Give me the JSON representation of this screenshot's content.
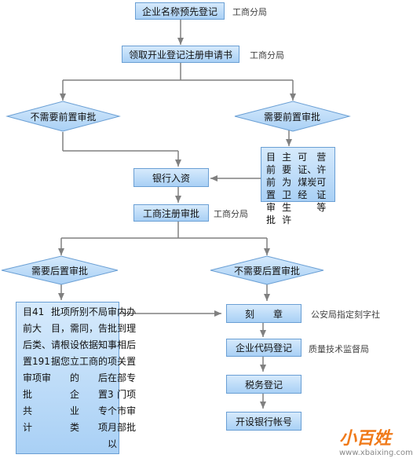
{
  "nodes": {
    "name_registration": "企业名称预先登记",
    "get_forms": "领取开业登记注册申请书",
    "no_pre_approval": "不需要前置审批",
    "need_pre_approval": "需要前置审批",
    "pre_approval_note": [
      "目前前置审批",
      "主要为卫生许",
      "可证、煤炭经",
      "营许可证等"
    ],
    "bank_deposit": "银行入资",
    "business_approval": "工商注册审批",
    "need_post_approval": "需要后置审批",
    "no_post_approval": "不需要后置审批",
    "post_approval_note": [
      "目前后置审批共计",
      "41大类、191项审",
      "批项目，请根据您",
      "所需设立的企业类",
      "别不同，依据工商",
      "局告知的后置专项",
      "审批事项在3个月以",
      "内到相关部门市部",
      "办理后置专项审批"
    ],
    "engrave_seal": "刻　　章",
    "org_code": "企业代码登记",
    "tax_registration": "税务登记",
    "bank_account": "开设银行帐号"
  },
  "notes": {
    "name_registration": "工商分局",
    "get_forms": "工商分局",
    "business_approval": "工商分局",
    "engrave_seal": "公安局指定刻字社",
    "org_code": "质量技术监督局"
  },
  "watermark": {
    "logo_text": "小百姓",
    "url": "www.xbaixing.com"
  },
  "colors": {
    "box_fill_top": "#d6eafc",
    "box_fill_bottom": "#a9d0f5",
    "box_border": "#6a9fd4",
    "connector": "#808080"
  }
}
